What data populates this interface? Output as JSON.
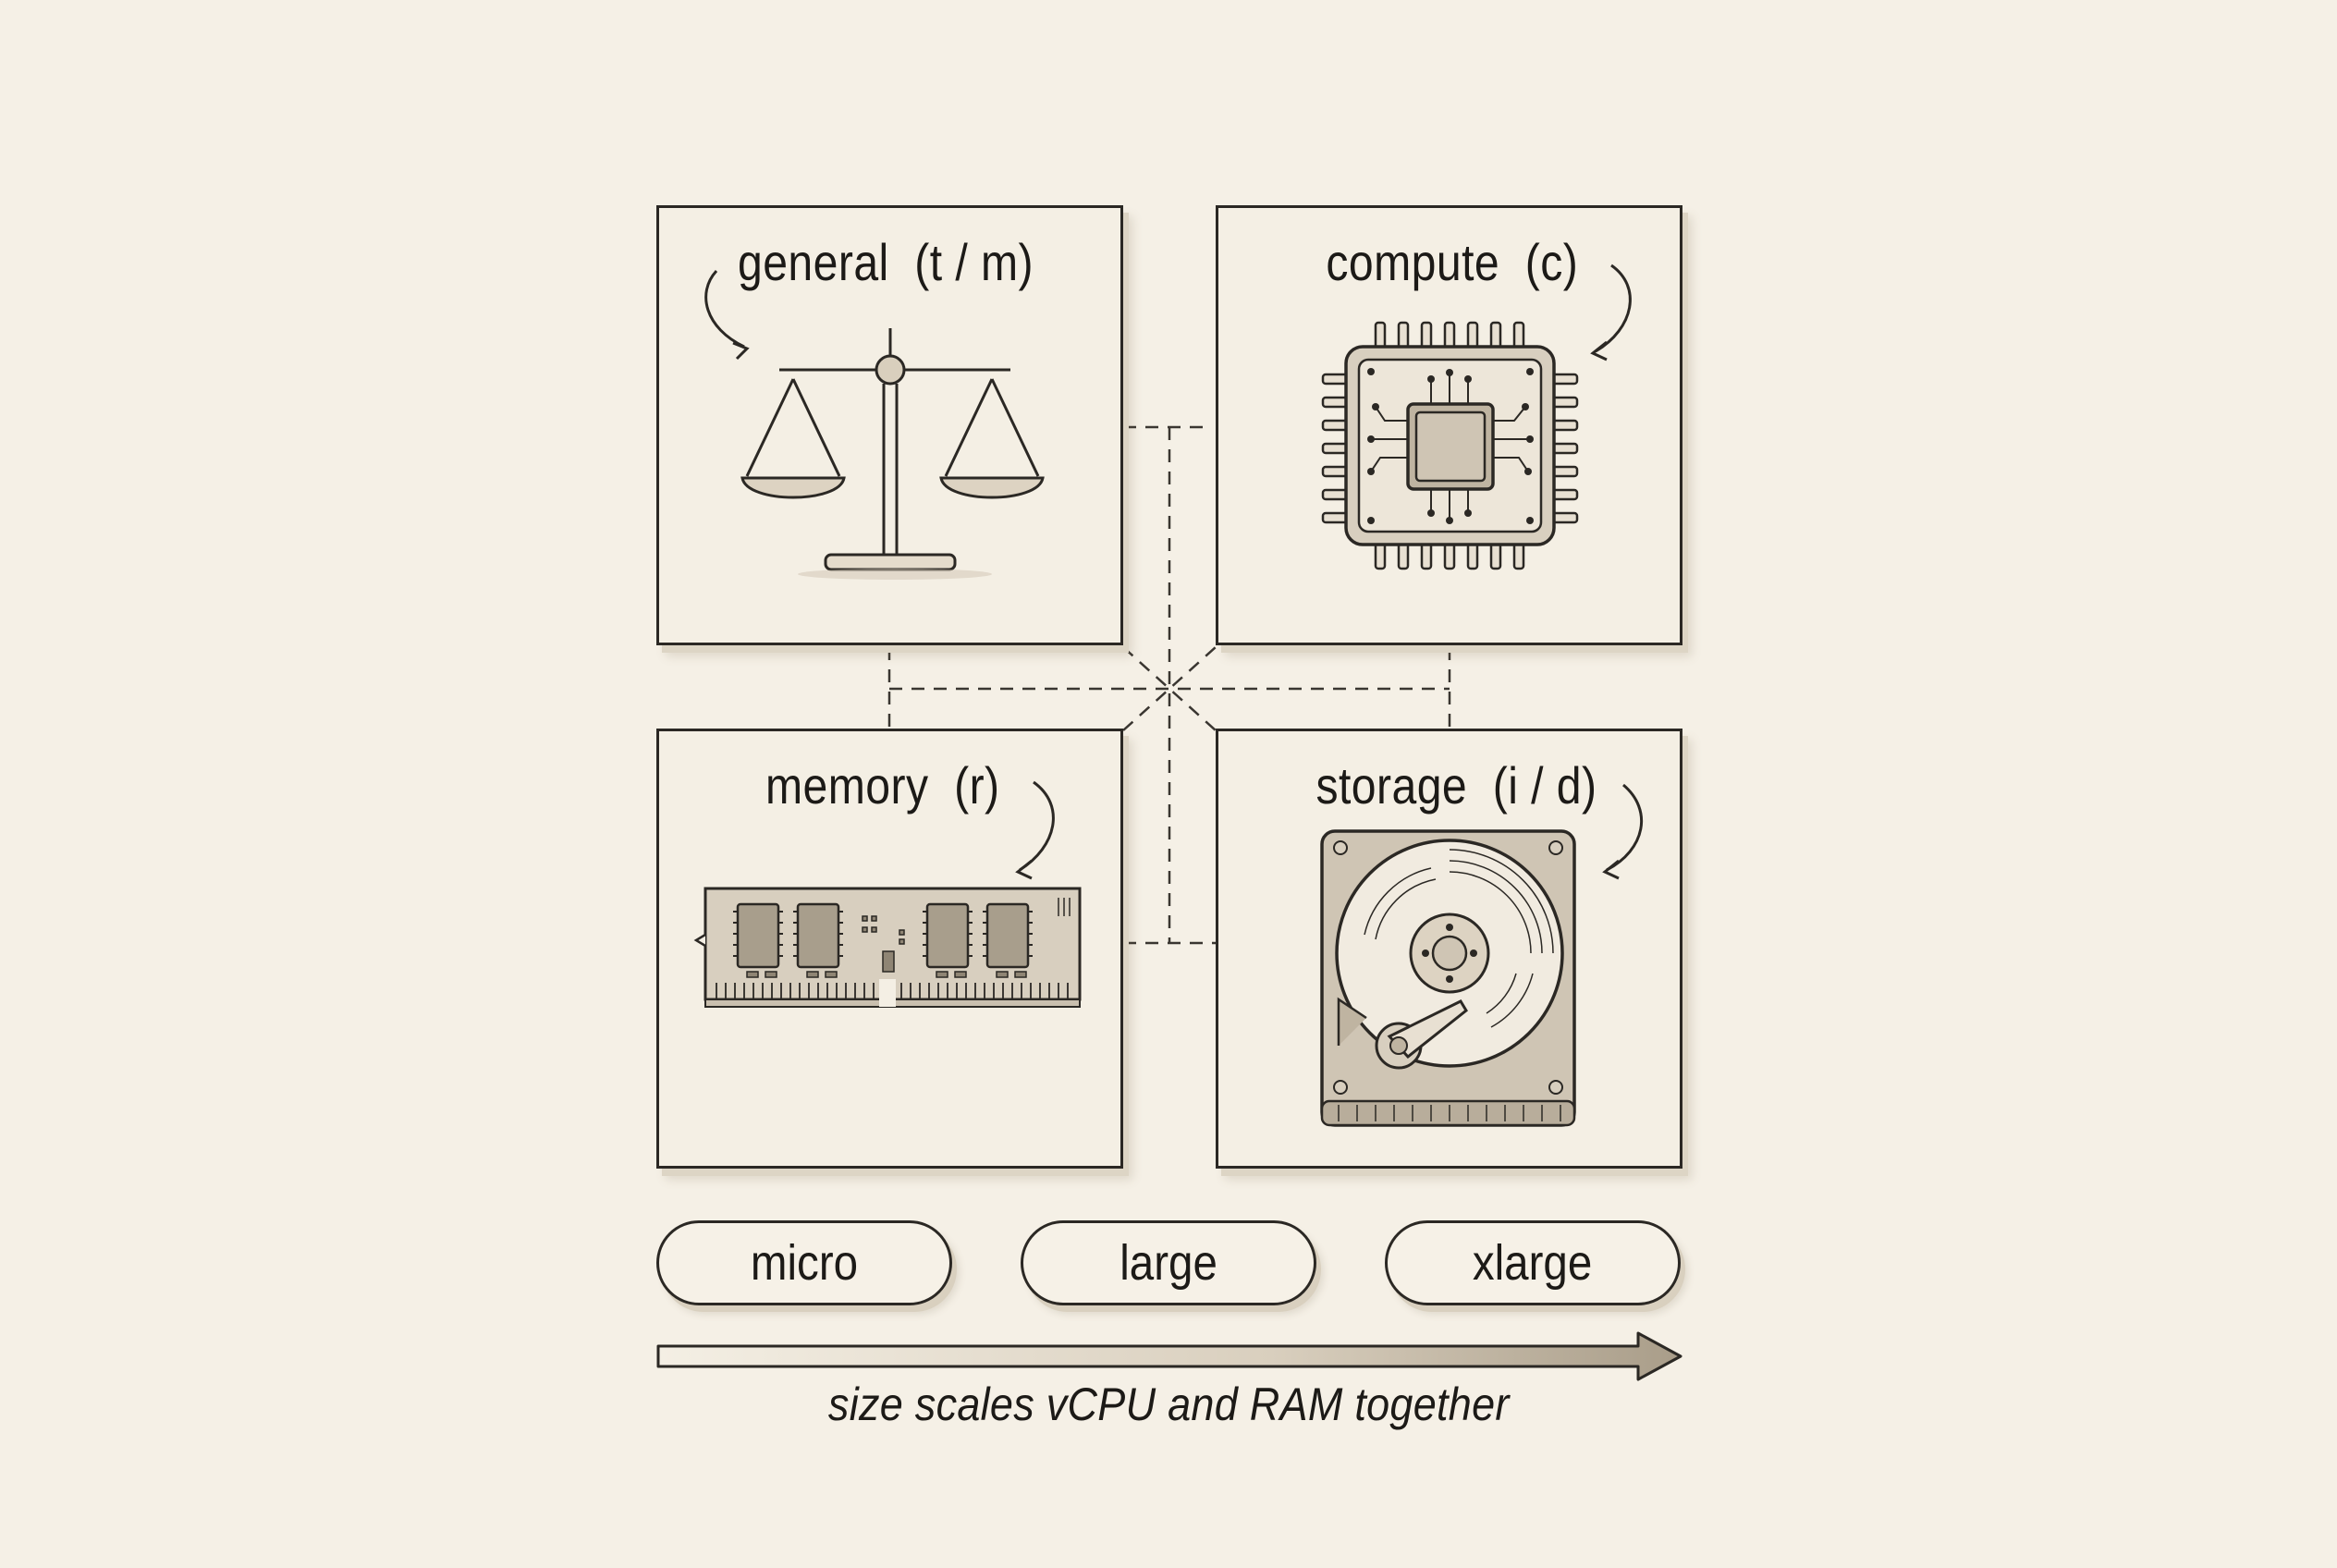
{
  "panels": [
    {
      "id": "general",
      "label": "general  (t / m)",
      "icon": "balance-scale-icon"
    },
    {
      "id": "compute",
      "label": "compute  (c)",
      "icon": "cpu-chip-icon"
    },
    {
      "id": "memory",
      "label": "memory  (r)",
      "icon": "ram-module-icon"
    },
    {
      "id": "storage",
      "label": "storage  (i / d)",
      "icon": "hard-drive-icon"
    }
  ],
  "sizes": [
    "micro",
    "large",
    "xlarge"
  ],
  "caption": "size scales vCPU and RAM together",
  "colors": {
    "background": "#f5f0e6",
    "ink": "#2b2824",
    "fill": "#cfc4b1",
    "shadow": "#ddd5c5"
  }
}
